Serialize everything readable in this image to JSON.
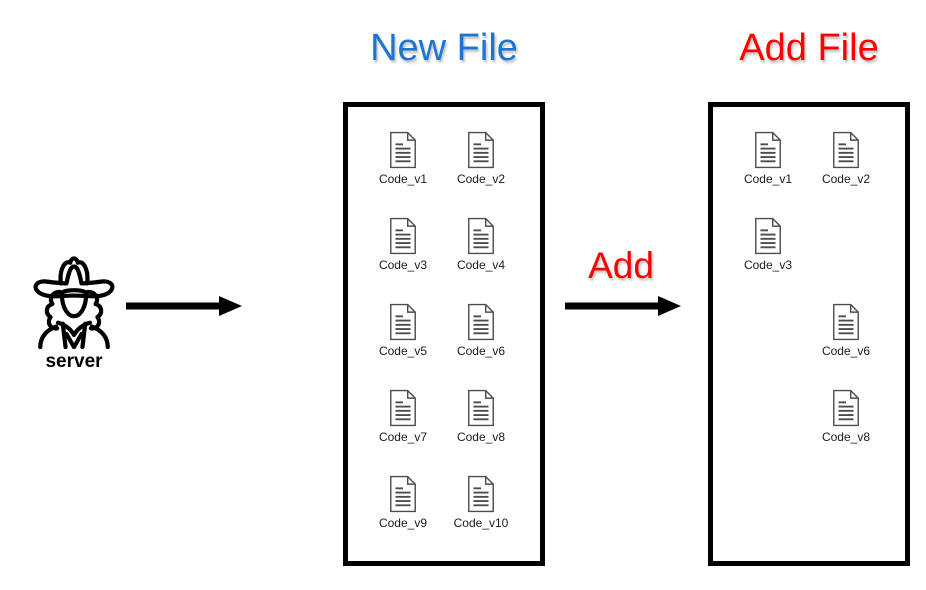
{
  "titles": {
    "new_file": "New File",
    "add_file": "Add File"
  },
  "actor": {
    "icon": "cowboy-person-icon",
    "label": "server"
  },
  "add_arrow": {
    "label": "Add"
  },
  "left_box": {
    "title_ref": "New File",
    "rows": [
      [
        "Code_v1",
        "Code_v2"
      ],
      [
        "Code_v3",
        "Code_v4"
      ],
      [
        "Code_v5",
        "Code_v6"
      ],
      [
        "Code_v7",
        "Code_v8"
      ],
      [
        "Code_v9",
        "Code_v10"
      ]
    ]
  },
  "right_box": {
    "title_ref": "Add File",
    "rows": [
      [
        "Code_v1",
        "Code_v2"
      ],
      [
        "Code_v3",
        null
      ],
      [
        null,
        "Code_v6"
      ],
      [
        null,
        "Code_v8"
      ],
      [
        null,
        null
      ]
    ]
  },
  "icons": {
    "file": "document-icon"
  },
  "colors": {
    "new_file_title": "#1B76D2",
    "add_file_title": "#FF0000",
    "add_label": "#FF0000",
    "arrow": "#000000",
    "box_border": "#000000",
    "doc_icon_stroke": "#4d4d4d",
    "label_text": "#1a1a1a"
  }
}
